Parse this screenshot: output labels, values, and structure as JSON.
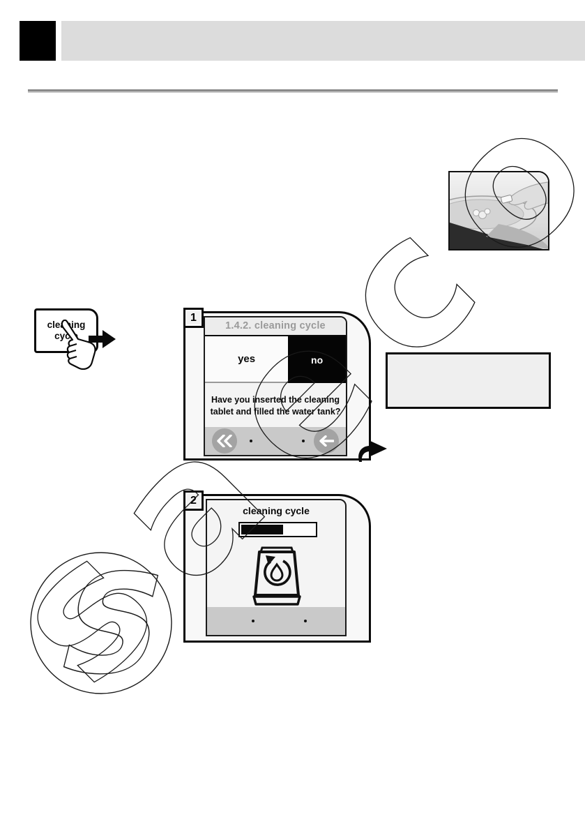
{
  "watermark": {
    "text": "saeco",
    "emblem_letter": "S"
  },
  "key_button": {
    "label_line1": "cleaning",
    "label_line2": "cycle"
  },
  "steps": [
    {
      "badge": "1",
      "title": "1.4.2. cleaning cycle",
      "option_yes": "yes",
      "option_no": "no",
      "question": "Have you inserted the cleaning tablet and filled the water tank?"
    },
    {
      "badge": "2",
      "title": "cleaning cycle",
      "progress_percent": 55
    }
  ],
  "icons": {
    "key_pointer": "hand-pointer-icon",
    "after_key": "arrow-right-icon",
    "nav_left": "double-chevron-left-icon",
    "nav_right": "arrow-left-icon",
    "after_screen1": "curved-arrow-right-icon",
    "screen2_center": "cleaning-cycle-icon",
    "photo": "cleaning-tablet-photo"
  },
  "colors": {
    "accent_black": "#0a0a0a",
    "header_gray": "#dcdcdc",
    "screen_bg": "#f4f4f4",
    "bar_gray": "#c9c9c9",
    "button_gray": "#a3a3a3",
    "title_gray": "#9a9a9a",
    "note_bg": "#efefef"
  }
}
